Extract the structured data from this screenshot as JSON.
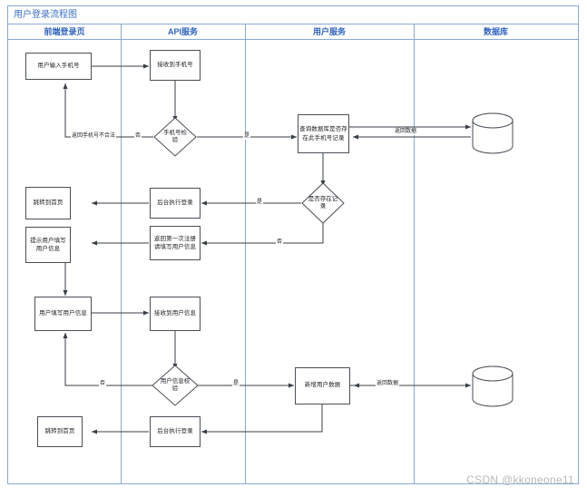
{
  "diagram": {
    "title": "用户登录流程图",
    "watermark": "CSDN @kkoneone11",
    "colors": {
      "lane_border": "#8aa9d6",
      "lane_title": "#3a6fc4",
      "node_border": "#4a4f57",
      "node_fill": "#ffffff",
      "edge": "#3a3f47",
      "watermark": "#b9b9b9"
    },
    "lanes": [
      {
        "id": "frontend",
        "label": "前端登录页"
      },
      {
        "id": "api",
        "label": "API服务"
      },
      {
        "id": "user-service",
        "label": "用户服务"
      },
      {
        "id": "database",
        "label": "数据库"
      }
    ],
    "nodes": [
      {
        "id": "n1",
        "lane": "frontend",
        "type": "process",
        "label": "用户输入手机号"
      },
      {
        "id": "n2",
        "lane": "api",
        "type": "process",
        "label": "接收到手机号"
      },
      {
        "id": "n3",
        "lane": "api",
        "type": "decision",
        "label": "手机号检验"
      },
      {
        "id": "n4",
        "lane": "user-service",
        "type": "process",
        "label": "查询数据库是否存在此手机号记录"
      },
      {
        "id": "n5",
        "lane": "database",
        "type": "datastore",
        "label": ""
      },
      {
        "id": "n6",
        "lane": "user-service",
        "type": "decision",
        "label": "是否存在记录"
      },
      {
        "id": "n7",
        "lane": "api",
        "type": "process",
        "label": "后台执行登录"
      },
      {
        "id": "n8",
        "lane": "frontend",
        "type": "process",
        "label": "跳转到首页"
      },
      {
        "id": "n9",
        "lane": "api",
        "type": "process",
        "label": "返回第一次注册请填写用户信息"
      },
      {
        "id": "n10",
        "lane": "frontend",
        "type": "process",
        "label": "提示用户填写用户信息"
      },
      {
        "id": "n11",
        "lane": "frontend",
        "type": "process",
        "label": "用户填写用户信息"
      },
      {
        "id": "n12",
        "lane": "api",
        "type": "process",
        "label": "接收到用户信息"
      },
      {
        "id": "n13",
        "lane": "api",
        "type": "decision",
        "label": "用户信息校验"
      },
      {
        "id": "n14",
        "lane": "user-service",
        "type": "process",
        "label": "新增用户数据"
      },
      {
        "id": "n15",
        "lane": "database",
        "type": "datastore",
        "label": ""
      },
      {
        "id": "n16",
        "lane": "api",
        "type": "process",
        "label": "后台执行登录"
      },
      {
        "id": "n17",
        "lane": "frontend",
        "type": "process",
        "label": "跳转到首页"
      }
    ],
    "edge_labels": [
      {
        "id": "e-invalid-phone",
        "text": "返回手机号不合法"
      },
      {
        "id": "e-phone-no",
        "text": "否"
      },
      {
        "id": "e-phone-yes",
        "text": "是"
      },
      {
        "id": "e-db-return-1",
        "text": "返回数据"
      },
      {
        "id": "e-exists-yes",
        "text": "是"
      },
      {
        "id": "e-exists-no",
        "text": "否"
      },
      {
        "id": "e-verify-no",
        "text": "否"
      },
      {
        "id": "e-verify-yes",
        "text": "是"
      },
      {
        "id": "e-db-return-2",
        "text": "返回数据"
      }
    ]
  }
}
